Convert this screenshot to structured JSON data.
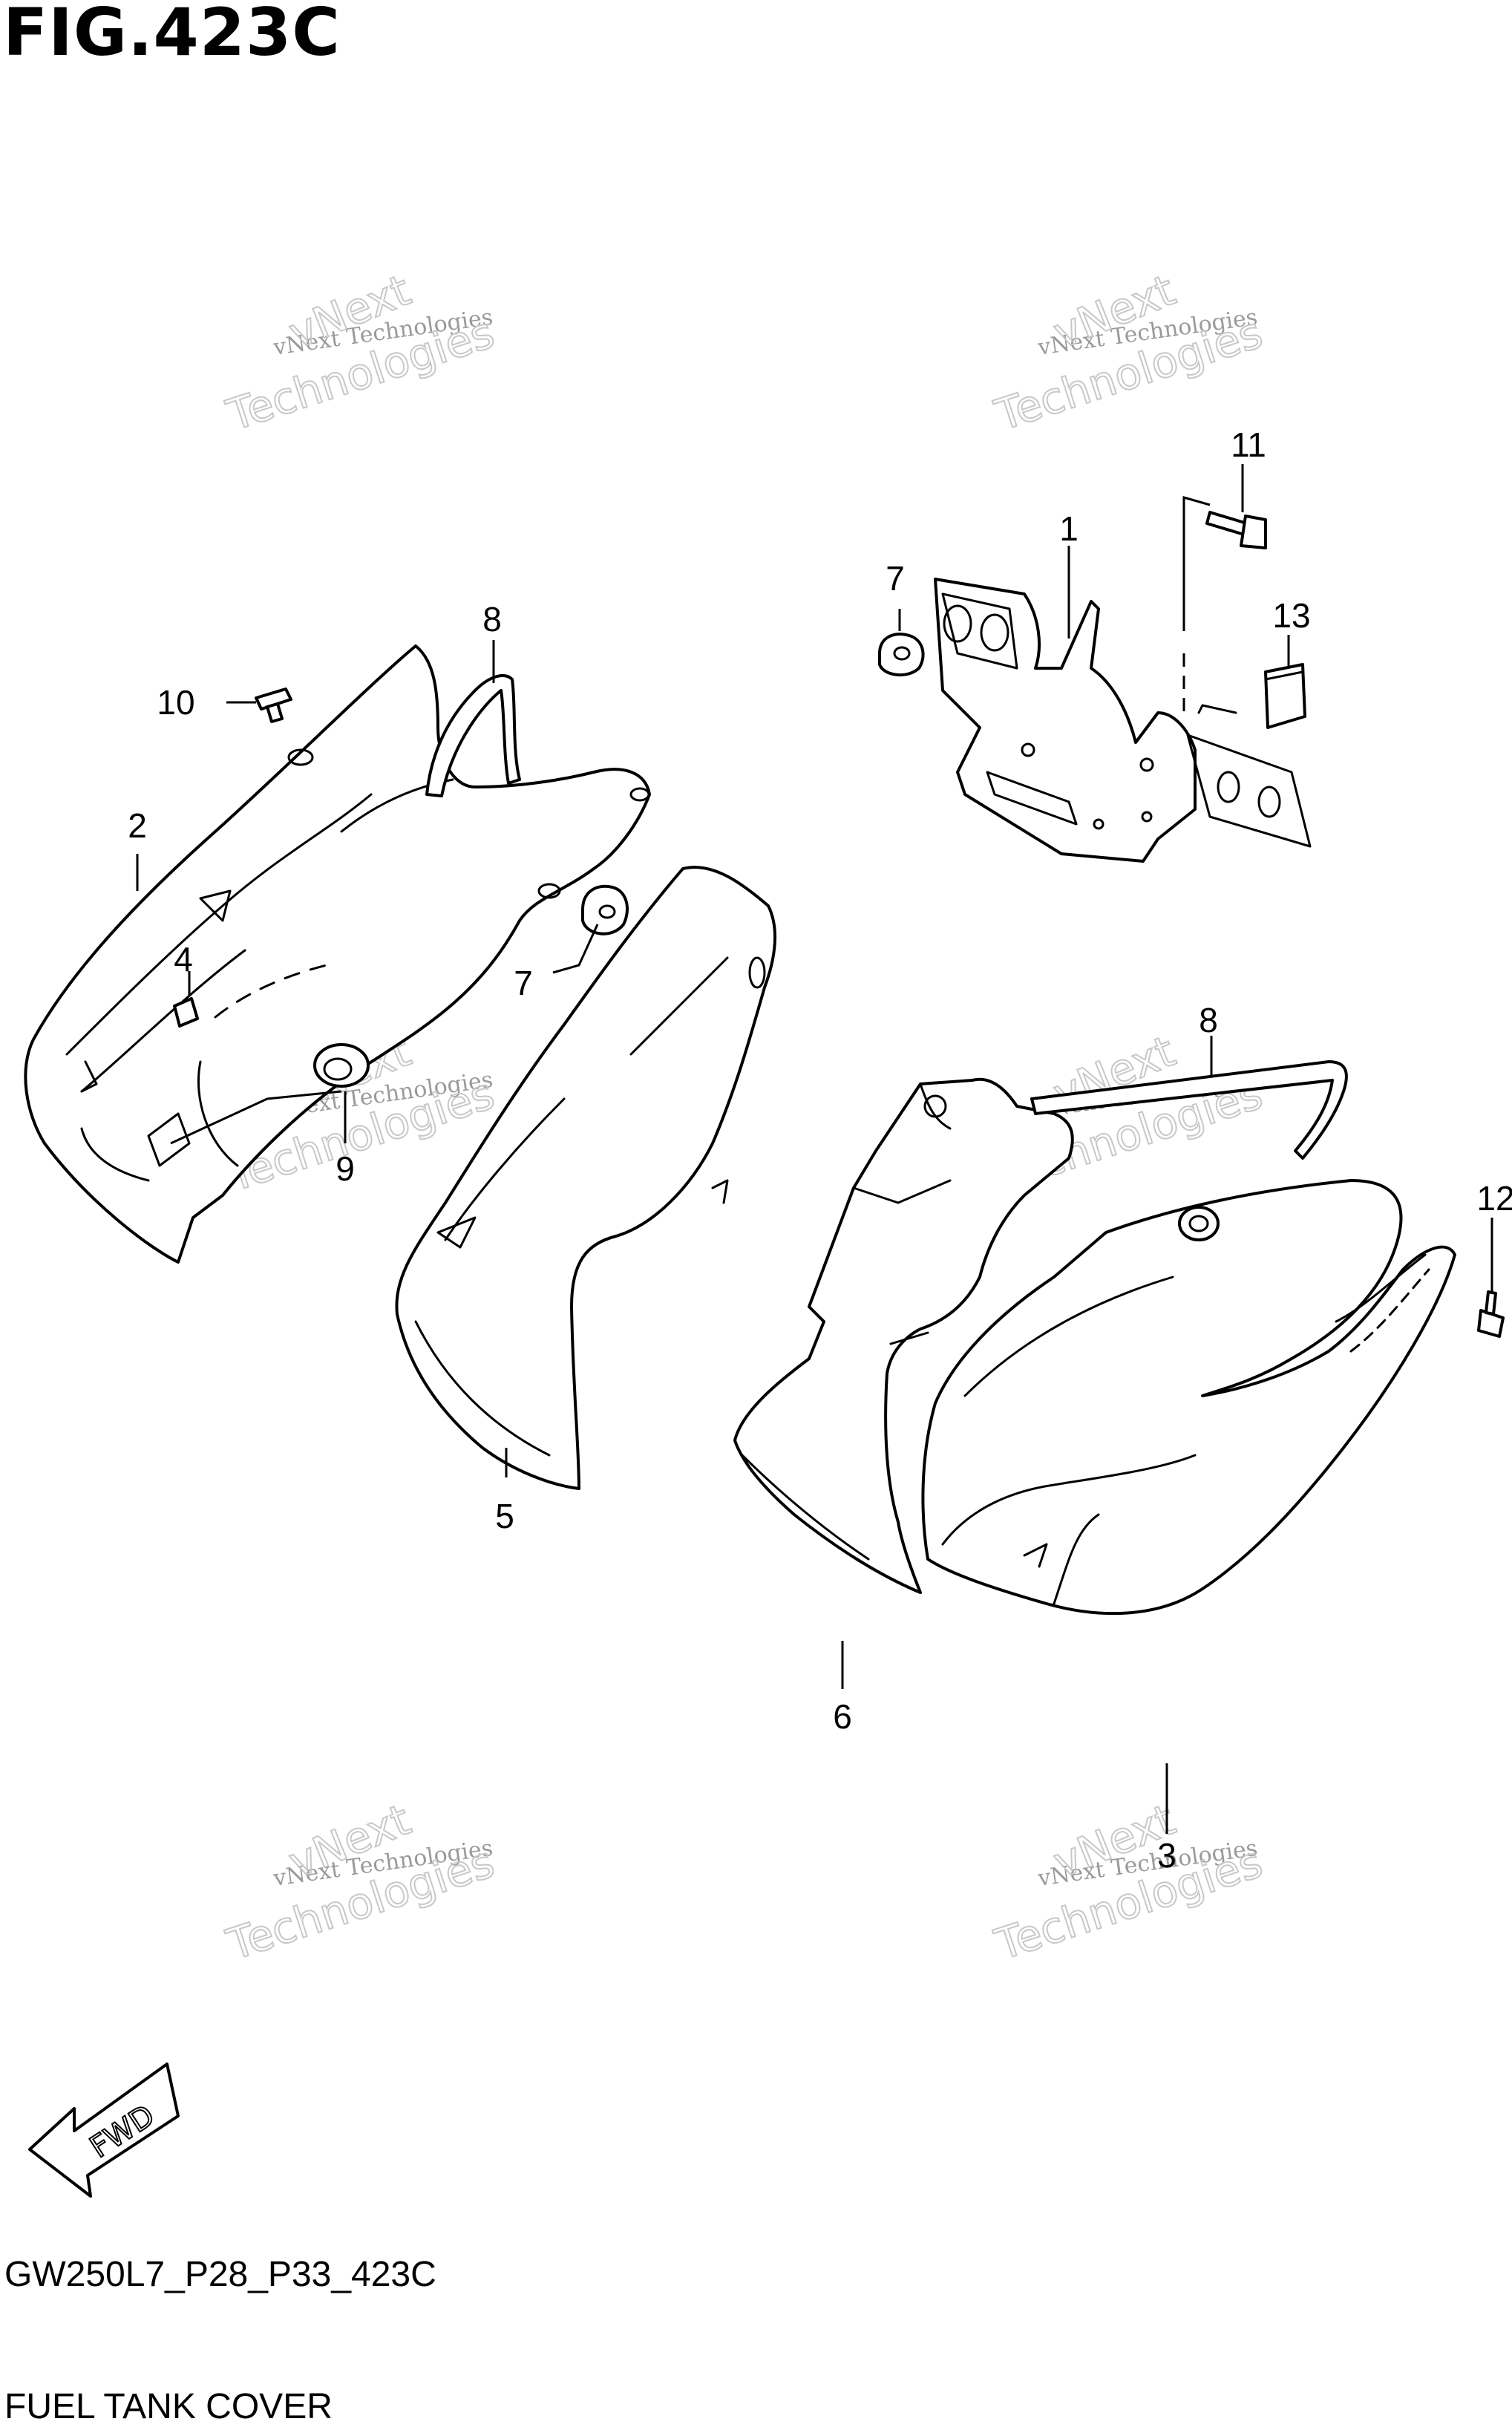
{
  "figure": {
    "title": "FIG.423C",
    "code": "GW250L7_P28_P33_423C",
    "name": "FUEL TANK COVER"
  },
  "callouts": [
    "1",
    "2",
    "3",
    "4",
    "5",
    "6",
    "7",
    "7",
    "8",
    "8",
    "9",
    "10",
    "11",
    "12",
    "13"
  ],
  "watermark": {
    "line1": "vNext Technologies",
    "line2": "vNext",
    "line3": "Technologies"
  },
  "fwd_label": "FWD",
  "colors": {
    "line": "#000000",
    "watermark": "#9a9a9a",
    "background": "#ffffff"
  }
}
